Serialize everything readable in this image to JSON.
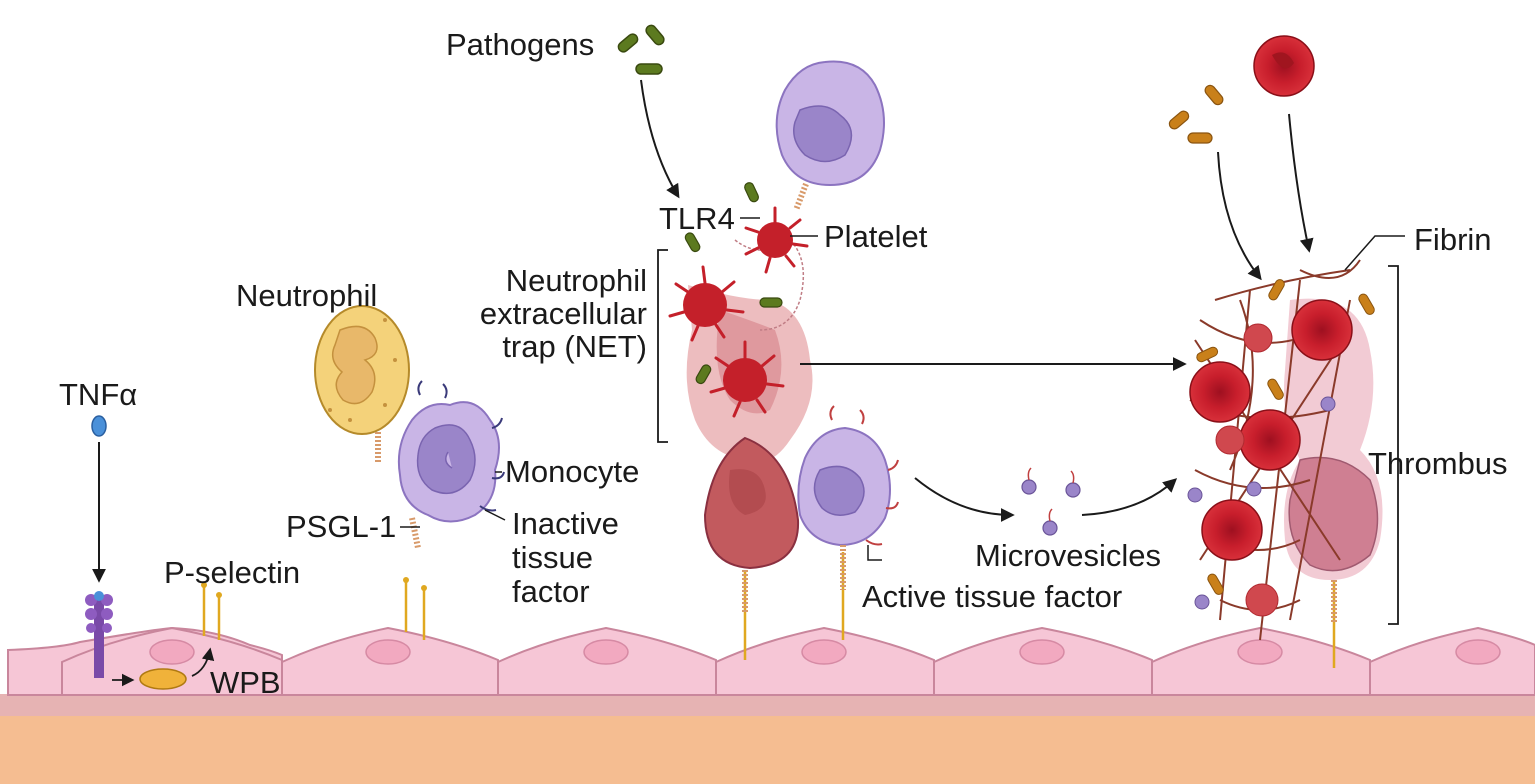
{
  "labels": {
    "pathogens": "Pathogens",
    "tlr4": "TLR4",
    "platelet": "Platelet",
    "net_line1": "Neutrophil",
    "net_line2": "extracellular",
    "net_line3": "trap (NET)",
    "neutrophil": "Neutrophil",
    "tnfa": "TNFα",
    "monocyte": "Monocyte",
    "psgl1": "PSGL-1",
    "inactive_line1": "Inactive",
    "inactive_line2": "tissue",
    "inactive_line3": "factor",
    "pselectin": "P-selectin",
    "wpb": "WPB",
    "microvesicles": "Microvesicles",
    "active_tf": "Active tissue factor",
    "fibrin": "Fibrin",
    "thrombus": "Thrombus"
  },
  "colors": {
    "endothelium": "#f6c6d6",
    "endothelium_border": "#c9869c",
    "basement": "#e8b4b4",
    "tissue": "#f5bd91",
    "monocyte": "#c9b5e6",
    "monocyte_nucleus": "#9a85c9",
    "neutrophil": "#f4d27a",
    "platelet": "#c4202a",
    "rbc": "#c81e2c",
    "net": "#d98a90",
    "fibrin": "#8a3a2a",
    "bacteria_green": "#5c7a1f",
    "bacteria_orange": "#c9801a",
    "selectin": "#e0a820"
  }
}
